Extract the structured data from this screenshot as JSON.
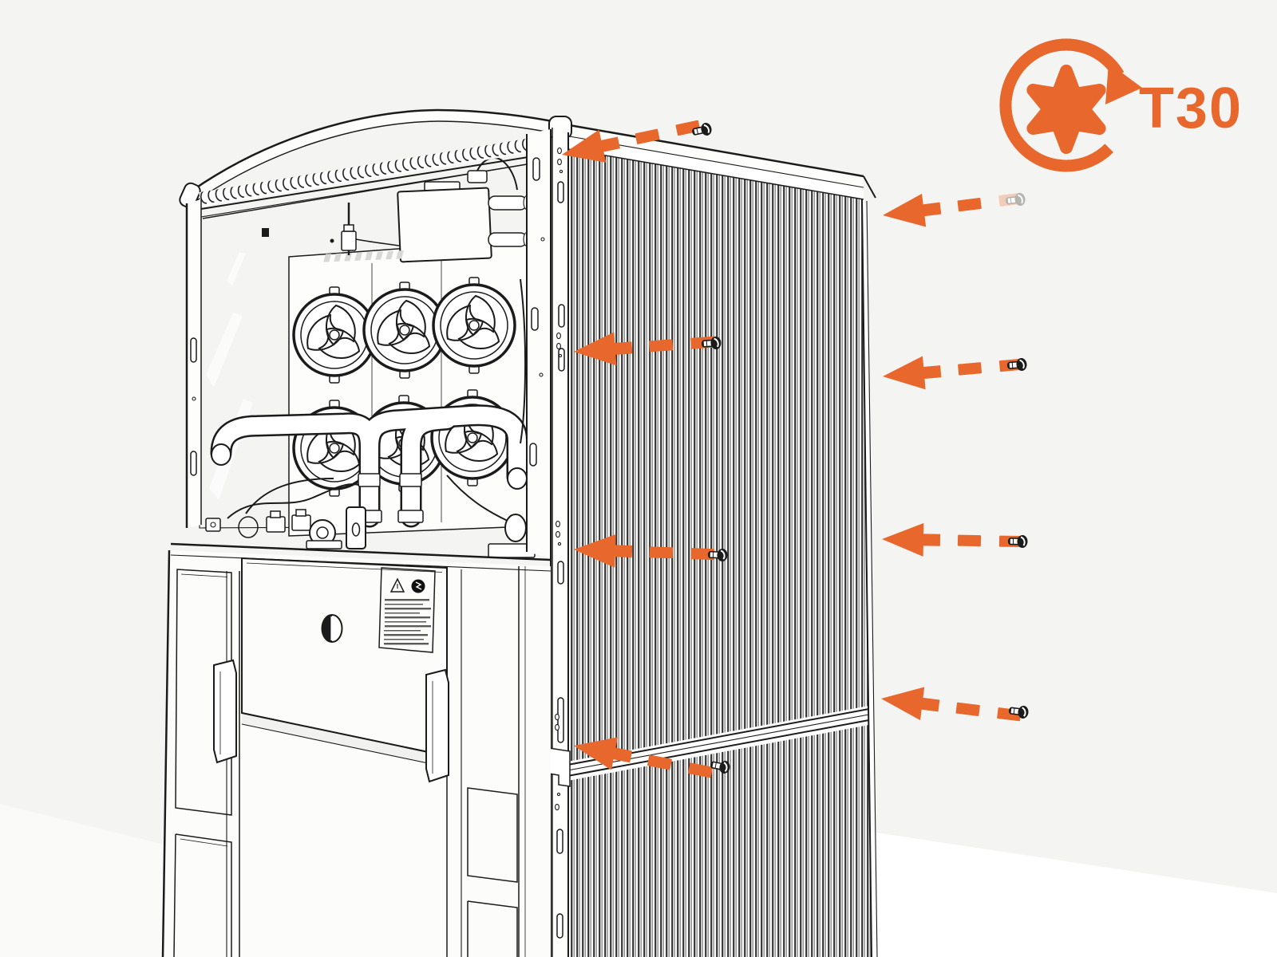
{
  "scene": {
    "type": "installation-step-illustration",
    "subject": "side panel screw locations on outdoor heat-pump unit",
    "background_color": "#F4F4F2",
    "floor_color": "#FFFFFF",
    "line_color": "#1B1B1B"
  },
  "tool_badge": {
    "label": "T30",
    "tool": "torx-screwdriver-bit",
    "color": "#E8672C",
    "icons": [
      "torx-t30-icon",
      "rotate-clockwise-icon"
    ]
  },
  "fasteners": {
    "type": "torx-panel-screw",
    "count": 8,
    "arrow_color": "#E8672C",
    "faded_arrow_color_opacity": 0.3,
    "screw_dark_color": "#1B1B1B",
    "screw_faded_color": "#B3B3B0",
    "callouts": [
      {
        "id": 1,
        "target": "upper-front-corner",
        "screw_state": "normal"
      },
      {
        "id": 2,
        "target": "upper-right-side",
        "screw_state": "faded"
      },
      {
        "id": 3,
        "target": "front-flange-upper-middle",
        "screw_state": "normal"
      },
      {
        "id": 4,
        "target": "right-side-upper-middle",
        "screw_state": "normal"
      },
      {
        "id": 5,
        "target": "front-flange-lower-middle",
        "screw_state": "normal"
      },
      {
        "id": 6,
        "target": "right-side-lower-middle",
        "screw_state": "normal"
      },
      {
        "id": 7,
        "target": "right-side-bottom",
        "screw_state": "normal"
      },
      {
        "id": 8,
        "target": "front-flange-panel-seam",
        "screw_state": "normal"
      }
    ]
  },
  "unit": {
    "state": "left/front service panels removed, interior exposed",
    "fans": {
      "count": 6,
      "rows": 2,
      "columns": 3
    },
    "side_panel": {
      "corrugated": true,
      "sections": 2
    },
    "warning_label_present": true,
    "door_lock_present": true
  }
}
